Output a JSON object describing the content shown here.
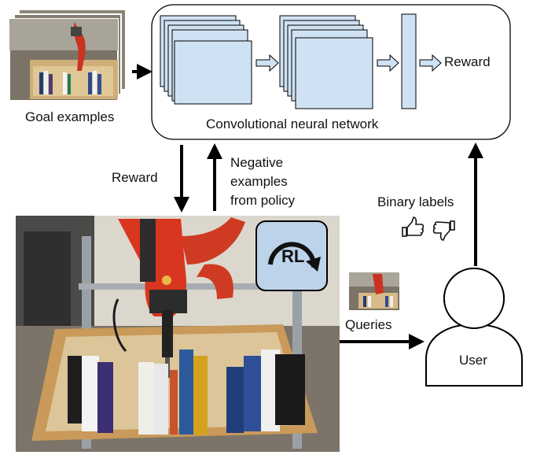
{
  "labels": {
    "goal_examples": "Goal examples",
    "cnn": "Convolutional neural network",
    "reward_out": "Reward",
    "reward_down": "Reward",
    "negative_line1": "Negative",
    "negative_line2": "examples",
    "negative_line3": "from policy",
    "binary_labels": "Binary labels",
    "queries": "Queries",
    "user": "User",
    "rl": "RL"
  },
  "icons": [
    "thumbs-up-icon",
    "thumbs-down-icon",
    "refresh-icon",
    "user-icon"
  ],
  "colors": {
    "feature_map_fill": "#cfe2f3",
    "robot_red": "#d9351f",
    "wood": "#d6b98a",
    "rl_badge": "#bcd3ea"
  }
}
